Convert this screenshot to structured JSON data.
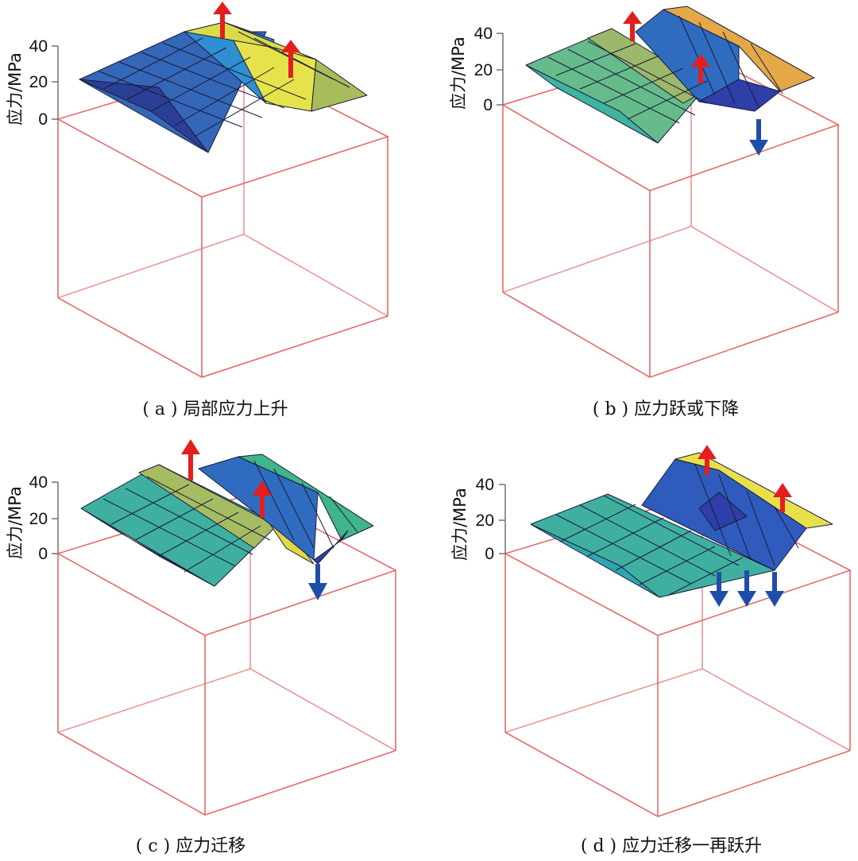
{
  "y_axis_label": "应力/MPa",
  "y_ticks": [
    "40",
    "20",
    "0"
  ],
  "panels": [
    {
      "id": "a",
      "caption": "( a ) 局部应力上升",
      "colors": {
        "low": "#2a2f88",
        "mid": "#2f8fd0",
        "high": "#e8e040"
      },
      "arrows": [
        {
          "dir": "up",
          "color": "#e41e1e"
        },
        {
          "dir": "up",
          "color": "#e41e1e"
        }
      ]
    },
    {
      "id": "b",
      "caption": "( b ) 应力跃或下降",
      "colors": {
        "low": "#2f3fa8",
        "mid": "#3fb8a0",
        "high": "#e8a040"
      },
      "arrows": [
        {
          "dir": "up",
          "color": "#e41e1e"
        },
        {
          "dir": "up",
          "color": "#e41e1e"
        },
        {
          "dir": "down",
          "color": "#1f4ea8"
        }
      ]
    },
    {
      "id": "c",
      "caption": "( c ) 应力迁移",
      "colors": {
        "low": "#2f3fa8",
        "mid": "#3fb8a0",
        "high": "#a8c060"
      },
      "arrows": [
        {
          "dir": "up",
          "color": "#e41e1e"
        },
        {
          "dir": "up",
          "color": "#e41e1e"
        },
        {
          "dir": "down",
          "color": "#1f4ea8"
        }
      ]
    },
    {
      "id": "d",
      "caption": "( d ) 应力迁移一再跃升",
      "colors": {
        "low": "#2f3fa8",
        "mid": "#3fb8a0",
        "high": "#e8e040"
      },
      "arrows": [
        {
          "dir": "up",
          "color": "#e41e1e"
        },
        {
          "dir": "up",
          "color": "#e41e1e"
        },
        {
          "dir": "down",
          "color": "#1f4ea8"
        },
        {
          "dir": "down",
          "color": "#1f4ea8"
        },
        {
          "dir": "down",
          "color": "#1f4ea8"
        }
      ]
    }
  ]
}
